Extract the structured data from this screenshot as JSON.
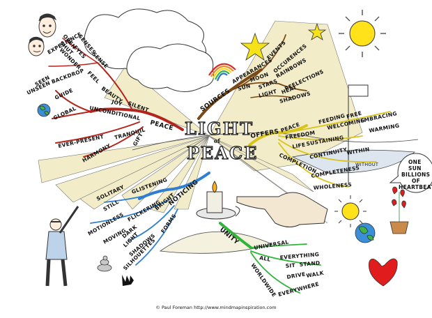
{
  "title": {
    "line1": "LIGHT",
    "of": "of",
    "line2": "PEACE"
  },
  "credit": "© Paul Foreman http://www.mindmapinspiration.com",
  "speech": [
    "ONE",
    "SUN",
    "BILLIONS",
    "OF",
    "HEARTBEATS"
  ],
  "branches": {
    "peace": {
      "label": "PEACE",
      "items": [
        "SILENT",
        "JOY",
        "UNCONDITIONAL",
        "BEAUTY",
        "FEEL",
        "SENSE",
        "SENSES",
        "EYES",
        "OPEN",
        "SHUT",
        "WONDER",
        "EXPERIENCE",
        "BACKDROP",
        "GUIDE",
        "SEEN",
        "UNSEEN",
        "GLOBAL",
        "TRANQUIL",
        "EVER-PRESENT",
        "HARMONY",
        "GIFT"
      ]
    },
    "sources": {
      "label": "SOURCES",
      "items": [
        "APPEARANCES",
        "EVENTS",
        "OCCURENCES",
        "SUN",
        "MOON",
        "STARS",
        "RAINBOWS",
        "REFLECTIONS",
        "LIGHT",
        "HEAT",
        "SHADOWS"
      ]
    },
    "offers": {
      "label": "OFFERS",
      "items": [
        "PEACE",
        "FEEDING",
        "FREE",
        "WELCOMING",
        "EMBRACING",
        "WARMING",
        "FREEDOM",
        "LIFE",
        "SUSTAINING",
        "CONTINUITY",
        "WITHIN",
        "COMPLETION",
        "WITHOUT",
        "COMPLETENESS",
        "WHOLENESS"
      ]
    },
    "noticing": {
      "label": "NOTICING",
      "items": [
        "GLISTENING",
        "SOLITARY",
        "STILL",
        "FLICKERING",
        "MOTIONLESS",
        "BRIGHT",
        "MOVING",
        "LIGHT",
        "DARK",
        "SHADOWS",
        "FORMS",
        "SILHOUETTES"
      ]
    },
    "unity": {
      "label": "UNITY",
      "items": [
        "UNIVERSAL",
        "ALL",
        "EVERYTHING",
        "SIT",
        "STAND",
        "WORLDWIDE",
        "DRIVE",
        "WALK",
        "EVERYWHERE"
      ]
    }
  },
  "colors": {
    "peace": "#b3241c",
    "sources": "#7a4a16",
    "offers": "#d8c41a",
    "noticing": "#2f7fd0",
    "unity": "#2fb53a",
    "sun": "#ffe21a",
    "rays": "#f2ecc8"
  }
}
